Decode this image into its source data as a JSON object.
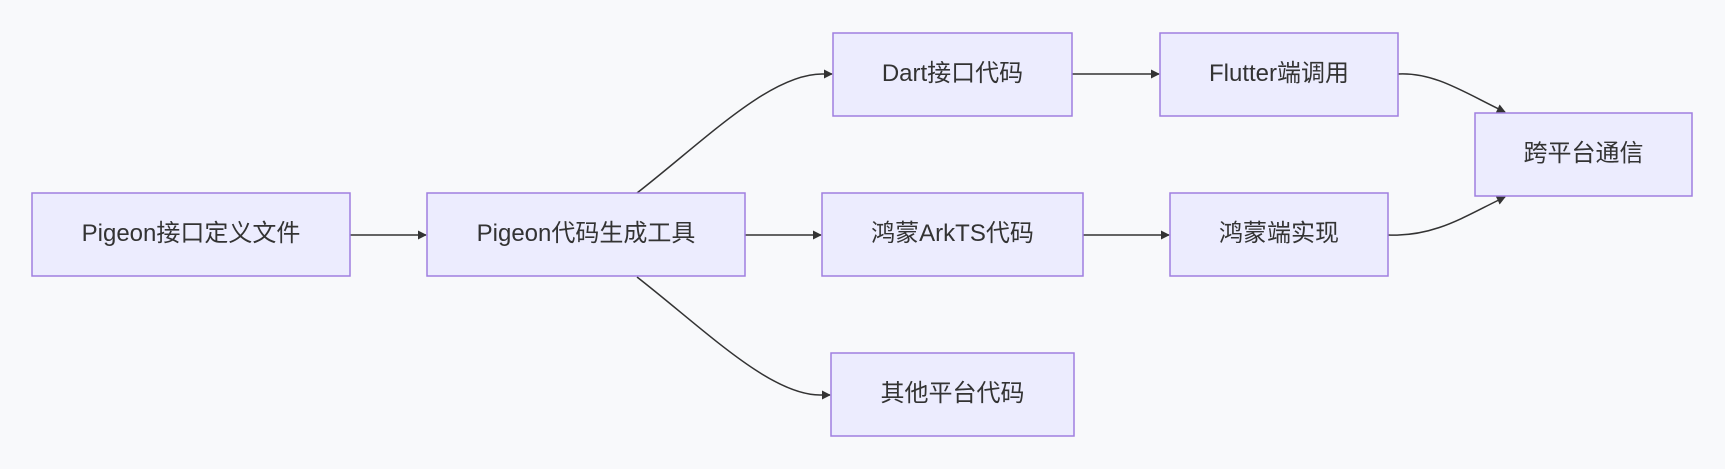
{
  "diagram": {
    "type": "flowchart",
    "direction": "left-to-right",
    "colors": {
      "background": "#f8f9fb",
      "node_fill": "#ececfe",
      "node_border": "#9f7fe0",
      "text": "#333333",
      "edge": "#333333"
    },
    "nodes": [
      {
        "id": "pigeon_def",
        "label": "Pigeon接口定义文件"
      },
      {
        "id": "pigeon_gen",
        "label": "Pigeon代码生成工具"
      },
      {
        "id": "dart_code",
        "label": "Dart接口代码"
      },
      {
        "id": "arkts_code",
        "label": "鸿蒙ArkTS代码"
      },
      {
        "id": "other_code",
        "label": "其他平台代码"
      },
      {
        "id": "flutter_call",
        "label": "Flutter端调用"
      },
      {
        "id": "harmony_impl",
        "label": "鸿蒙端实现"
      },
      {
        "id": "cross_comm",
        "label": "跨平台通信"
      }
    ],
    "edges": [
      {
        "from": "pigeon_def",
        "to": "pigeon_gen"
      },
      {
        "from": "pigeon_gen",
        "to": "dart_code"
      },
      {
        "from": "pigeon_gen",
        "to": "arkts_code"
      },
      {
        "from": "pigeon_gen",
        "to": "other_code"
      },
      {
        "from": "dart_code",
        "to": "flutter_call"
      },
      {
        "from": "arkts_code",
        "to": "harmony_impl"
      },
      {
        "from": "flutter_call",
        "to": "cross_comm"
      },
      {
        "from": "harmony_impl",
        "to": "cross_comm"
      }
    ]
  }
}
